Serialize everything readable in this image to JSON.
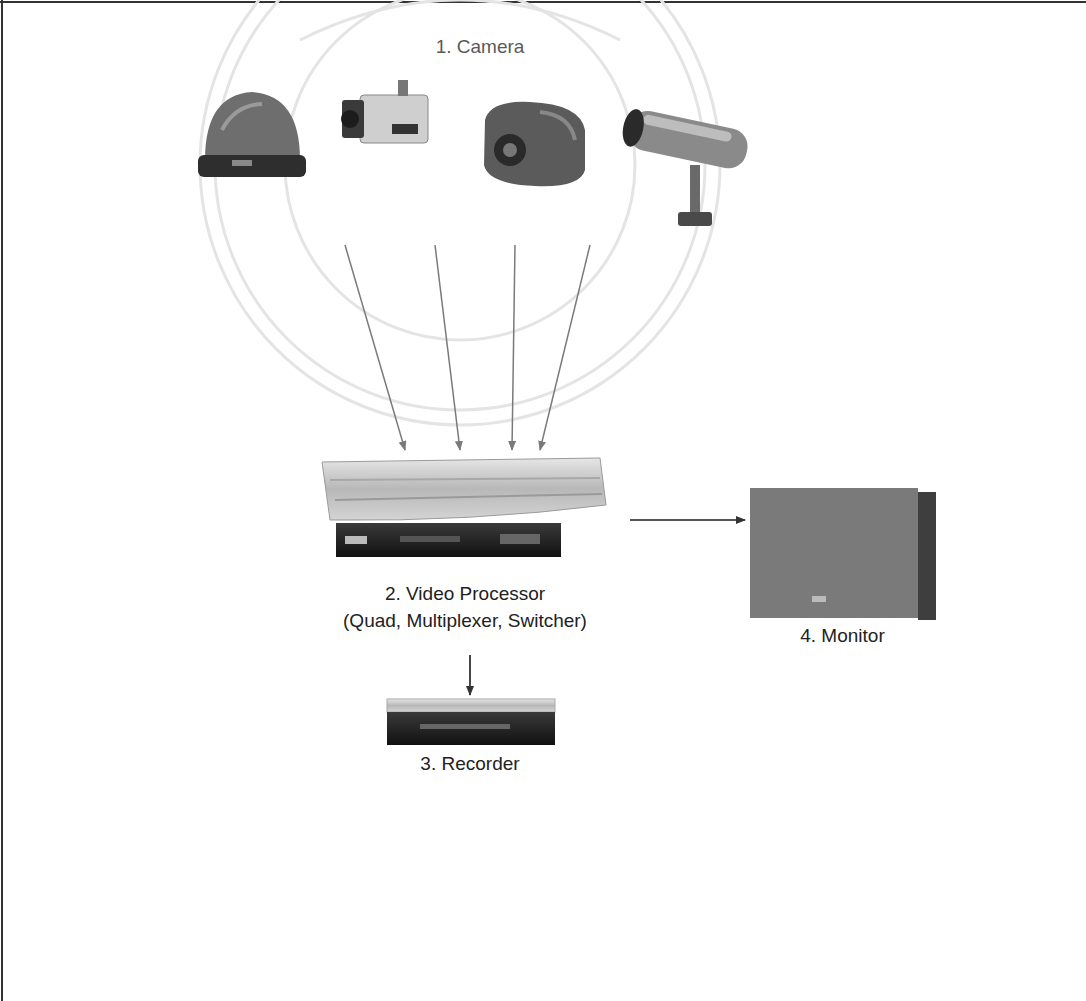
{
  "diagram": {
    "nodes": [
      {
        "text": [
          "1. Camera"
        ]
      },
      {
        "text": [
          "2. Video Processor",
          "(Quad, Multiplexer, Switcher)"
        ]
      },
      {
        "text": [
          "4. Monitor"
        ]
      },
      {
        "text": [
          "3. Recorder"
        ]
      }
    ],
    "edges": [
      {
        "from": 0,
        "to": 1,
        "arrow": "to"
      },
      {
        "from": 0,
        "to": 1,
        "arrow": "to"
      },
      {
        "from": 0,
        "to": 1,
        "arrow": "to"
      },
      {
        "from": 0,
        "to": 1,
        "arrow": "to"
      },
      {
        "from": 1,
        "to": 2,
        "arrow": "to"
      },
      {
        "from": 1,
        "to": 3,
        "arrow": "to"
      }
    ]
  }
}
